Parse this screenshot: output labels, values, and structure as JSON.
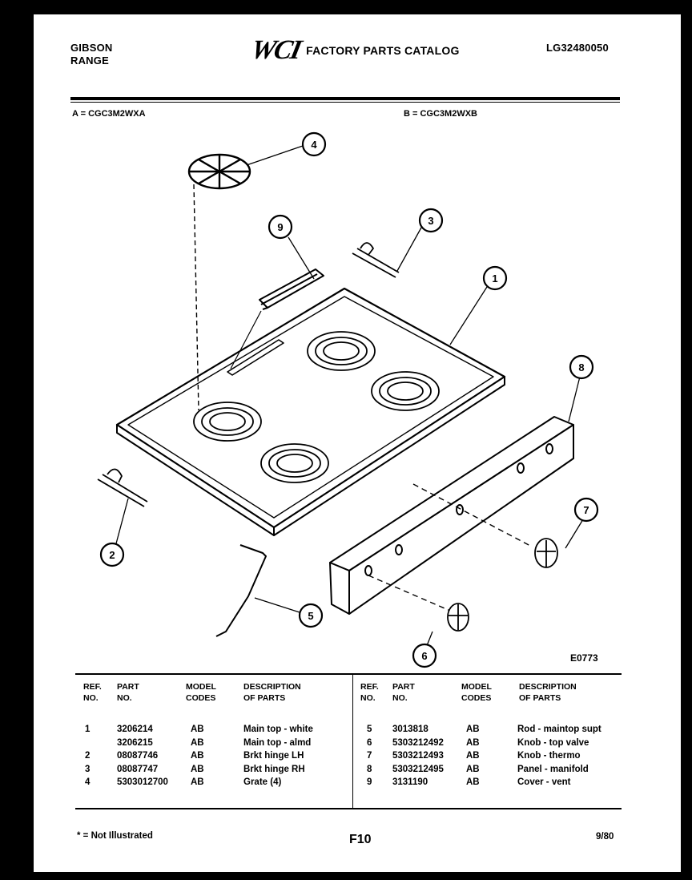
{
  "header": {
    "brand_line1": "GIBSON",
    "brand_line2": "RANGE",
    "logo": "WCI",
    "catalog_title": "FACTORY PARTS CATALOG",
    "catalog_number": "LG32480050"
  },
  "models": {
    "a": "A = CGC3M2WXA",
    "b": "B = CGC3M2WXB"
  },
  "diagram": {
    "callouts": [
      "1",
      "2",
      "3",
      "4",
      "5",
      "6",
      "7",
      "8",
      "9"
    ],
    "drawing_number": "E0773"
  },
  "table": {
    "headers": {
      "ref": [
        "REF.",
        "NO."
      ],
      "part": [
        "PART",
        "NO."
      ],
      "model": [
        "MODEL",
        "CODES"
      ],
      "desc": [
        "DESCRIPTION",
        "OF PARTS"
      ]
    },
    "left": {
      "ref": [
        "1",
        "",
        "2",
        "3",
        "4"
      ],
      "part": [
        "3206214",
        "3206215",
        "08087746",
        "08087747",
        "5303012700"
      ],
      "model": [
        "AB",
        "AB",
        "AB",
        "AB",
        "AB"
      ],
      "desc": [
        "Main top - white",
        "Main top - almd",
        "Brkt hinge LH",
        "Brkt hinge RH",
        "Grate (4)"
      ]
    },
    "right": {
      "ref": [
        "5",
        "6",
        "7",
        "8",
        "9"
      ],
      "part": [
        "3013818",
        "5303212492",
        "5303212493",
        "5303212495",
        "3131190"
      ],
      "model": [
        "AB",
        "AB",
        "AB",
        "AB",
        "AB"
      ],
      "desc": [
        "Rod - maintop supt",
        "Knob - top valve",
        "Knob - thermo",
        "Panel - manifold",
        "Cover - vent"
      ]
    }
  },
  "footer": {
    "note": "* = Not Illustrated",
    "page": "F10",
    "date": "9/80"
  }
}
